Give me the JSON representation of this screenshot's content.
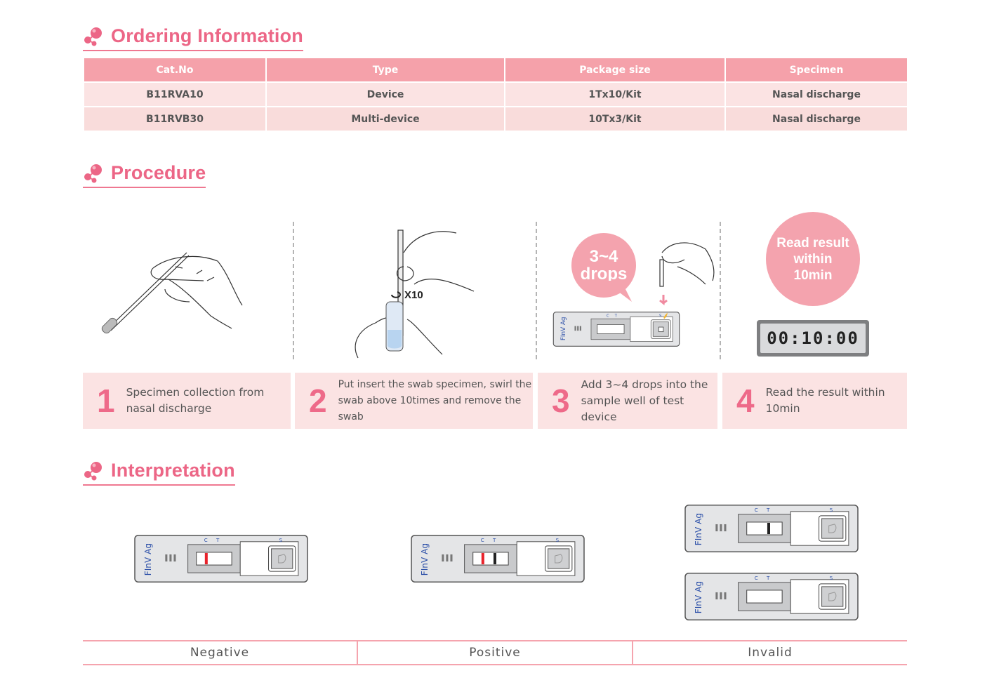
{
  "sections": {
    "ordering": {
      "title": "Ordering Information"
    },
    "procedure": {
      "title": "Procedure"
    },
    "interpretation": {
      "title": "Interpretation"
    }
  },
  "colors": {
    "accent": "#ec6686",
    "header_bg": "#f5a1aa",
    "row_bg": "#fbe3e3",
    "device_label": "#2b4fa8"
  },
  "ordering_table": {
    "headers": [
      "Cat.No",
      "Type",
      "Package size",
      "Specimen"
    ],
    "rows": [
      [
        "B11RVA10",
        "Device",
        "1Tx10/Kit",
        "Nasal discharge"
      ],
      [
        "B11RVB30",
        "Multi-device",
        "10Tx3/Kit",
        "Nasal discharge"
      ]
    ]
  },
  "procedure": {
    "swirl_label": "X10",
    "drops_bubble": {
      "line1": "3~4",
      "line2": "drops"
    },
    "read_bubble": {
      "line1": "Read result",
      "line2": "within",
      "line3": "10min"
    },
    "timer": "00:10:00",
    "steps": [
      {
        "num": "1",
        "line1": "Specimen collection from",
        "line2": "nasal discharge"
      },
      {
        "num": "2",
        "line1": "Put insert the swab specimen, swirl the",
        "line2": "swab above 10times and remove the swab"
      },
      {
        "num": "3",
        "line1": "Add 3~4 drops into the",
        "line2": "sample well of test device"
      },
      {
        "num": "4",
        "line1": "Read the result within",
        "line2": "10min"
      }
    ]
  },
  "device": {
    "label": "FInV Ag",
    "c": "C",
    "t": "T",
    "s": "S"
  },
  "interpretation": {
    "results": [
      "Negative",
      "Positive",
      "Invalid"
    ]
  }
}
